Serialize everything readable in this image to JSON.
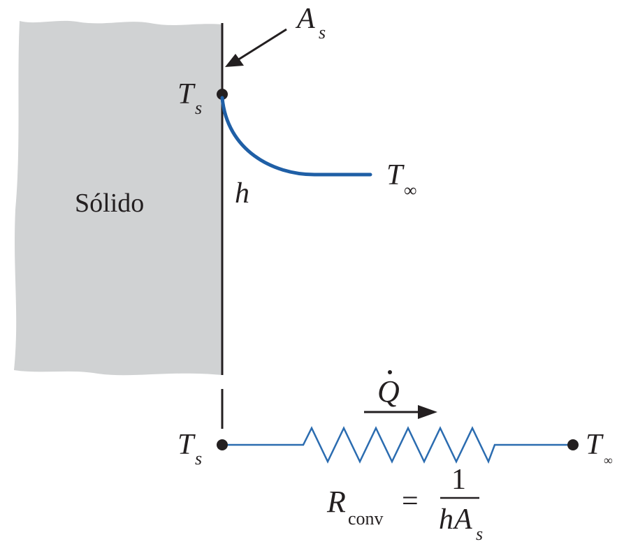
{
  "labels": {
    "solid": "Sólido",
    "area_main": "A",
    "area_sub": "s",
    "ts_top_main": "T",
    "ts_top_sub": "s",
    "h": "h",
    "tinf_main": "T",
    "tinf_sub": "∞",
    "qdot": "Q",
    "ts_bottom_main": "T",
    "ts_bottom_sub": "s",
    "tinf_bottom_main": "T",
    "tinf_bottom_sub": "∞",
    "r_main": "R",
    "r_sub": "conv",
    "equals": "=",
    "numerator": "1",
    "den_h": "h",
    "den_a": "A",
    "den_sub": "s"
  },
  "colors": {
    "solid_fill": "#d0d2d3",
    "curve": "#1f5fa6",
    "resistor": "#2b6cb0",
    "ink": "#231f20"
  }
}
